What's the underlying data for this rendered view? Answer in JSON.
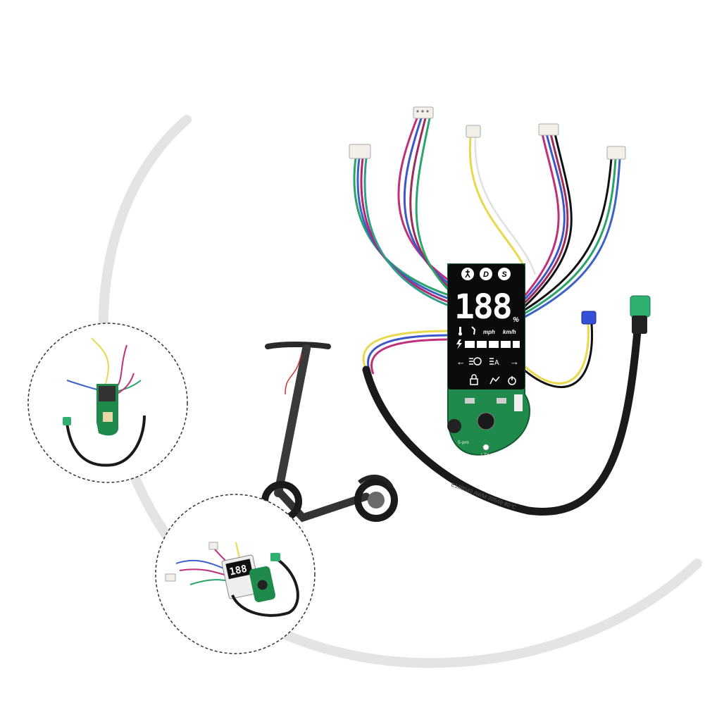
{
  "display": {
    "digits": "188",
    "percent": "%",
    "speed_unit_mph": "mph",
    "speed_unit_kmh": "km/h",
    "mode_walk": "walk-mode-icon",
    "mode_d": "D",
    "mode_s": "S",
    "battery_segments": 5
  },
  "board": {
    "silk_left": "5-pro",
    "silk_right": "LZY"
  },
  "cable": {
    "print_text": "E188540 AWM 20549 80°C"
  },
  "colors": {
    "pcb_green": "#1f8a4c",
    "display_black": "#0b0b0b",
    "ring_gray": "#e6e6e6",
    "connector_green": "#2fb070",
    "connector_blue": "#3550d8"
  }
}
